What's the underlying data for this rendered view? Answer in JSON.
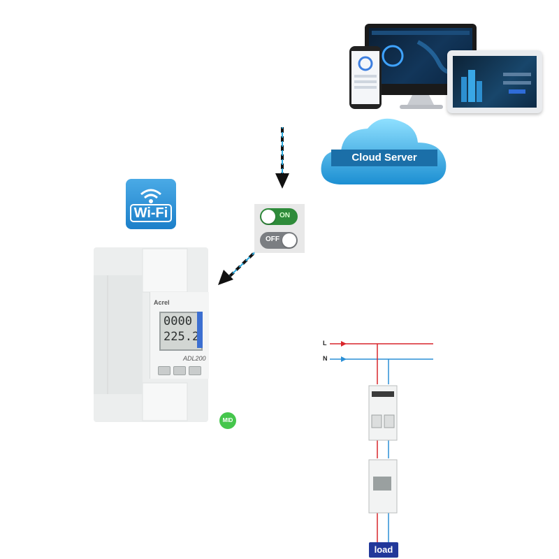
{
  "cloud": {
    "label": "Cloud Server"
  },
  "wifi": {
    "label": "Wi-Fi"
  },
  "switch": {
    "on_label": "ON",
    "off_label": "OFF"
  },
  "meter": {
    "brand": "Acrel",
    "lcd_line1": "0000",
    "lcd_line2": "225.2",
    "model": "ADL200"
  },
  "mid_badge": "MID",
  "wiring": {
    "line_label": "L",
    "neutral_label": "N",
    "load_label": "load"
  },
  "colors": {
    "line_wire": "#d9252b",
    "neutral_wire": "#2a8fd6",
    "arrow_dash": "#2aa8dc",
    "cloud": "#38b6e8"
  }
}
